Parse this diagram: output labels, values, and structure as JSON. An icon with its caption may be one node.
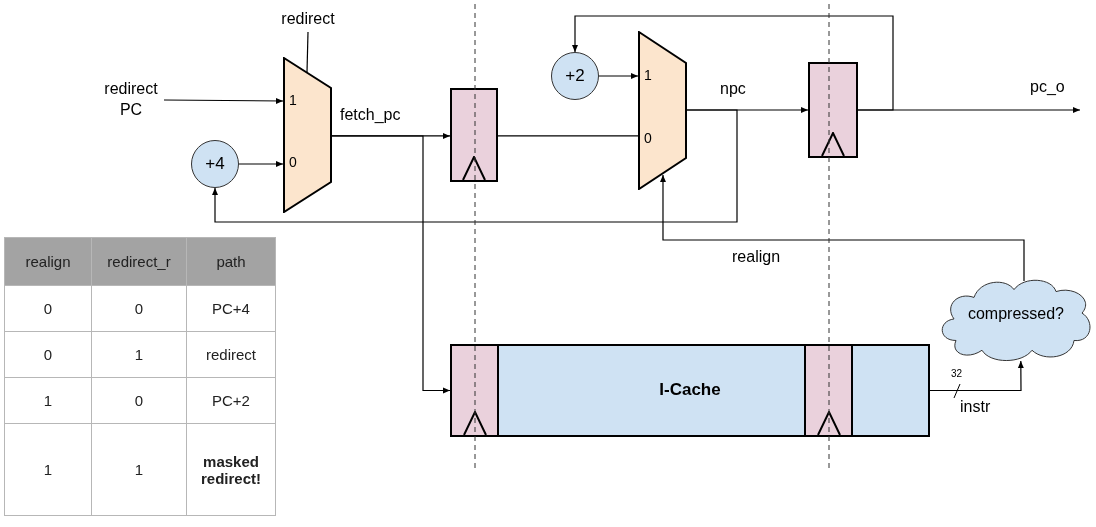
{
  "diagram": {
    "nodes": [
      {
        "text": [
          "redirect"
        ]
      },
      {
        "text": [
          "redirect PC"
        ]
      },
      {
        "text": [
          "1",
          "0"
        ]
      },
      {
        "text": [
          "+4"
        ]
      },
      {
        "text": [],
        "shape": "box"
      },
      {
        "text": [
          "+2"
        ]
      },
      {
        "text": [
          "1",
          "0"
        ]
      },
      {
        "text": [],
        "shape": "box"
      },
      {
        "text": [
          "I-Cache"
        ]
      },
      {
        "text": [],
        "shape": "box",
        "in": 8
      },
      {
        "text": [],
        "shape": "box",
        "in": 8
      },
      {
        "text": [
          "compressed?"
        ]
      }
    ],
    "edges": [
      {
        "from": 0,
        "to": 2,
        "arrow": "none"
      },
      {
        "from": 1,
        "to": 2,
        "arrow": "to"
      },
      {
        "from": 3,
        "to": 2,
        "arrow": "to"
      },
      {
        "from": 2,
        "to": 4,
        "arrow": "to",
        "label": "fetch_pc"
      },
      {
        "from": 2,
        "to": 9,
        "arrow": "to"
      },
      {
        "from": 4,
        "to": 6,
        "arrow": "none"
      },
      {
        "from": 5,
        "to": 6,
        "arrow": "to"
      },
      {
        "from": 6,
        "to": 7,
        "arrow": "to",
        "label": "npc"
      },
      {
        "from": 6,
        "to": 3,
        "arrow": "to"
      },
      {
        "from": 7,
        "to": 5,
        "arrow": "to"
      },
      {
        "from": 7,
        "to": null,
        "arrow": "to",
        "label": "pc_o"
      },
      {
        "from": 11,
        "to": 6,
        "arrow": "to",
        "label": "realign"
      },
      {
        "from": 8,
        "to": 11,
        "arrow": "to",
        "label": "instr"
      }
    ],
    "labels": [
      "realign",
      "redirect_r",
      "path",
      "0",
      "0",
      "PC+4",
      "0",
      "1",
      "redirect",
      "1",
      "0",
      "PC+2",
      "1",
      "1",
      "masked redirect!",
      "32"
    ]
  }
}
